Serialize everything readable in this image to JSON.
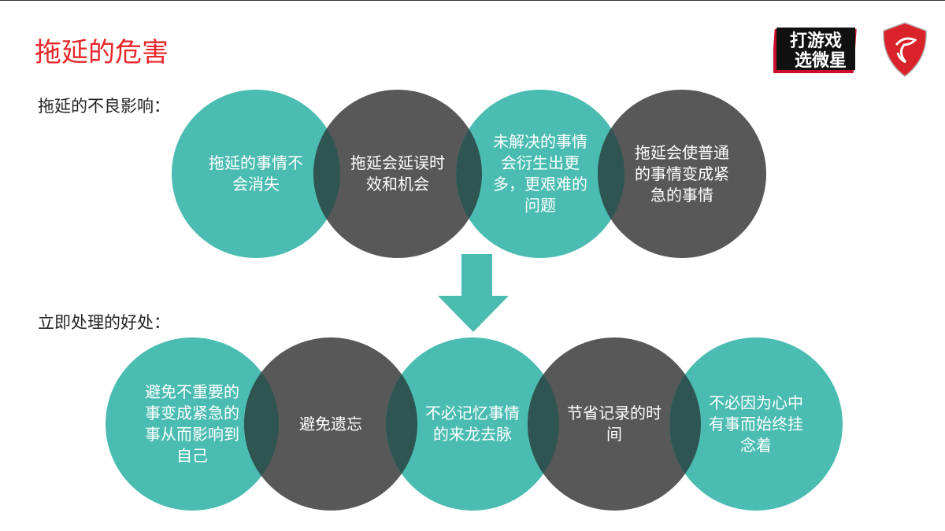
{
  "title": "拖延的危害",
  "section1_label": "拖延的不良影响：",
  "section2_label": "立即处理的好处：",
  "top_circles": [
    {
      "text": "拖延的事情不会消失",
      "color": "teal"
    },
    {
      "text": "拖延会延误时效和机会",
      "color": "gray"
    },
    {
      "text": "未解决的事情会衍生出更多，更艰难的问题",
      "color": "teal"
    },
    {
      "text": "拖延会使普通的事情变成紧急的事情",
      "color": "gray"
    }
  ],
  "bottom_circles": [
    {
      "text": "避免不重要的事变成紧急的事从而影响到自己",
      "color": "teal"
    },
    {
      "text": "避免遗忘",
      "color": "gray"
    },
    {
      "text": "不必记忆事情的来龙去脉",
      "color": "teal"
    },
    {
      "text": "节省记录的时间",
      "color": "gray"
    },
    {
      "text": "不必因为心中有事而始终挂念着",
      "color": "teal"
    }
  ],
  "logos": {
    "game_logo": "打游戏 选微星",
    "brand_logo": "MSI dragon shield"
  },
  "colors": {
    "teal": "#4bbcb1",
    "gray": "#585858",
    "lens": "#2f5552",
    "title": "#e8262a",
    "arrow": "#4bbcb1"
  }
}
